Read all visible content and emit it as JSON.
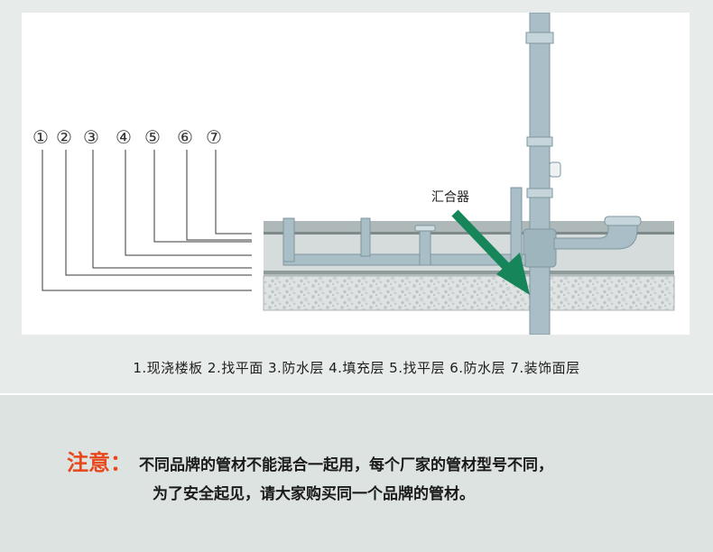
{
  "callout": {
    "label": "汇合器"
  },
  "markers": [
    "①",
    "②",
    "③",
    "④",
    "⑤",
    "⑥",
    "⑦"
  ],
  "legend": "1.现浇楼板  2.找平面  3.防水层  4.填充层  5.找平层  6.防水层  7.装饰面层",
  "note": {
    "label": "注意：",
    "line1": "不同品牌的管材不能混合一起用，每个厂家的管材型号不同，",
    "line2": "为了安全起见，请大家购买同一个品牌的管材。"
  },
  "colors": {
    "accent": "#e8471c",
    "arrow": "#16855a",
    "pipe": "#a7bcc4",
    "slab": "#9aa7a7"
  }
}
